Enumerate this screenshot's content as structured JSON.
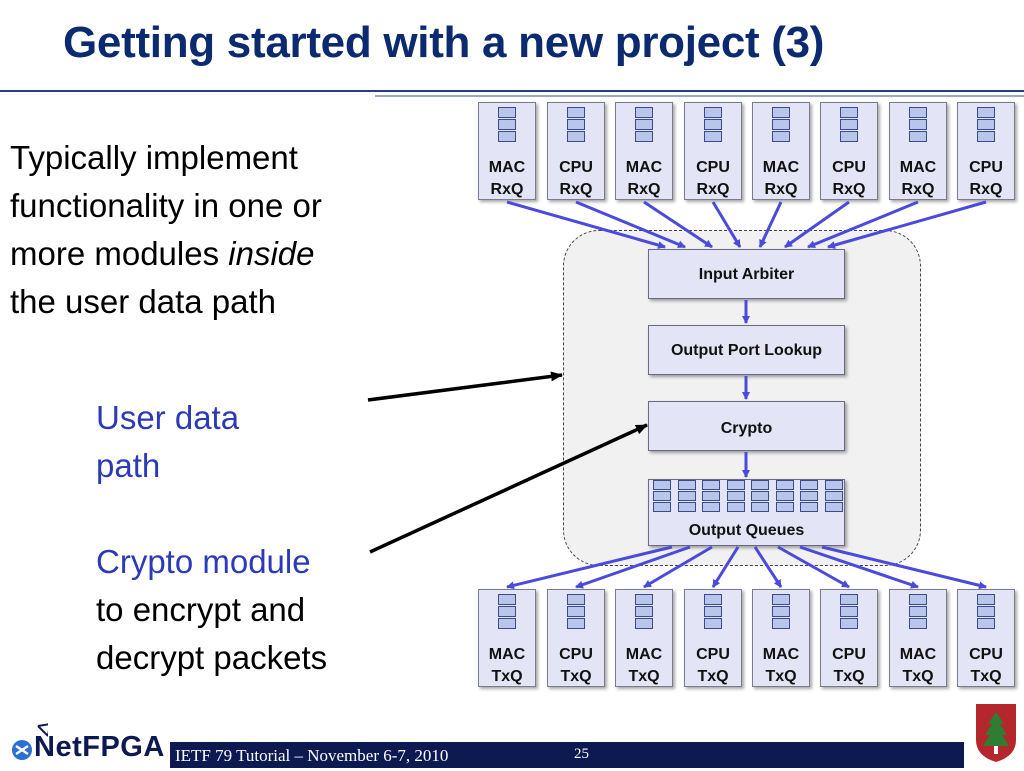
{
  "title": "Getting started with a new project (3)",
  "body_lines": [
    "Typically implement",
    "functionality in one or",
    "more modules ",
    "inside",
    "the user data path"
  ],
  "callouts": {
    "user_data_path": [
      "User data",
      "path"
    ],
    "crypto_module": [
      "Crypto module"
    ],
    "crypto_desc": [
      "to encrypt and",
      "decrypt packets"
    ]
  },
  "rx_queues": [
    {
      "line1": "MAC",
      "line2": "RxQ"
    },
    {
      "line1": "CPU",
      "line2": "RxQ"
    },
    {
      "line1": "MAC",
      "line2": "RxQ"
    },
    {
      "line1": "CPU",
      "line2": "RxQ"
    },
    {
      "line1": "MAC",
      "line2": "RxQ"
    },
    {
      "line1": "CPU",
      "line2": "RxQ"
    },
    {
      "line1": "MAC",
      "line2": "RxQ"
    },
    {
      "line1": "CPU",
      "line2": "RxQ"
    }
  ],
  "tx_queues": [
    {
      "line1": "MAC",
      "line2": "TxQ"
    },
    {
      "line1": "CPU",
      "line2": "TxQ"
    },
    {
      "line1": "MAC",
      "line2": "TxQ"
    },
    {
      "line1": "CPU",
      "line2": "TxQ"
    },
    {
      "line1": "MAC",
      "line2": "TxQ"
    },
    {
      "line1": "CPU",
      "line2": "TxQ"
    },
    {
      "line1": "MAC",
      "line2": "TxQ"
    },
    {
      "line1": "CPU",
      "line2": "TxQ"
    }
  ],
  "modules": {
    "input_arbiter": "Input Arbiter",
    "output_port_lookup": "Output Port Lookup",
    "crypto": "Crypto",
    "output_queues": "Output Queues"
  },
  "footer": {
    "text": "IETF 79 Tutorial – November 6-7, 2010",
    "page": "25",
    "logo": "NetFPGA"
  },
  "colors": {
    "title": "#0b2a6f",
    "callout": "#2a3ab8",
    "arrow": "#4a4adc",
    "box_fill": "#e3e4f6",
    "footer_bar": "#0d1a52",
    "stanford": "#b3272d"
  },
  "icons": [
    "netfpga-logo-icon",
    "stanford-tree-icon"
  ]
}
